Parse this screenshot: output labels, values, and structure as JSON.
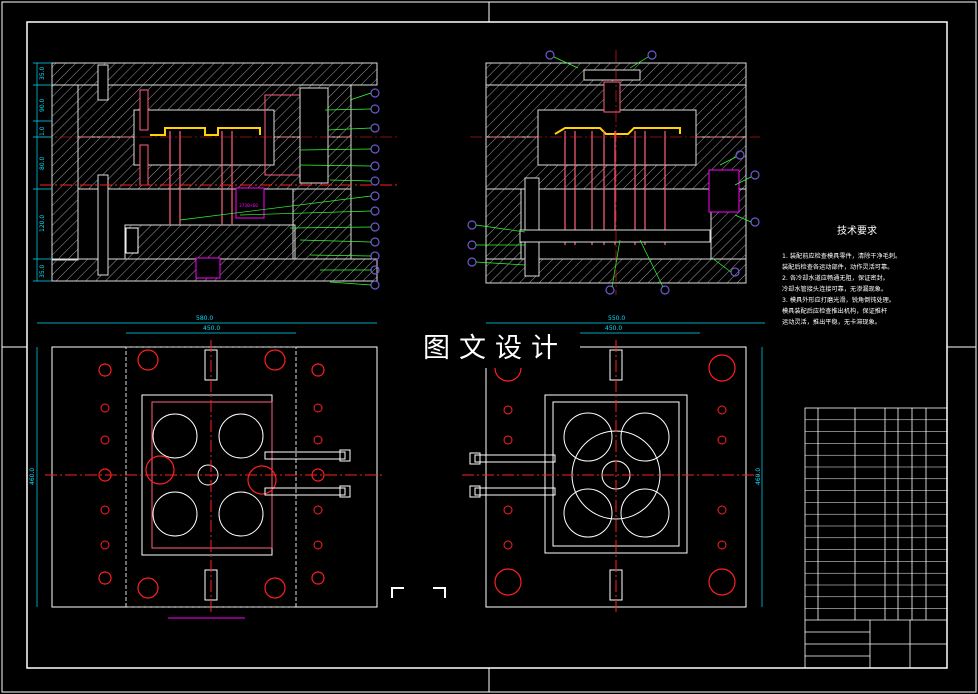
{
  "watermark": "图文设计",
  "dimensions": {
    "left_overall_width": "580.0",
    "left_inner_width": "450.0",
    "left_overall_height": "460.0",
    "right_overall_width": "550.0",
    "right_inner_width": "450.0",
    "right_overall_height": "460.0",
    "section_heights": [
      "35.0",
      "90.0",
      "1.0",
      "80.0",
      "120.0",
      "35.0"
    ]
  },
  "technical_requirements": {
    "title": "技术要求",
    "lines": [
      "1. 装配前应检查模具零件，清除干净毛刺。",
      "装配后检查各运动部件，动作灵活可靠。",
      "2. 各冷却水道应畅通无阻，保证密封。",
      "冷却水管接头连接可靠，无渗漏现象。",
      "3. 模具外形应打磨光滑，锐角倒钝处理。",
      "模具装配后应检查推出机构，保证推杆",
      "运动灵活，推出平稳，无卡滞现象。"
    ]
  },
  "colors": {
    "background": "#000000",
    "frame": "#ffffff",
    "hatch": "#b8b8b8",
    "center_line": "#ff2020",
    "dimension": "#00e0ff",
    "leader": "#30ff30",
    "balloon": "#6a5acd",
    "pin": "#ff6080",
    "cavity": "#ffd200",
    "accent": "#ff00ff"
  }
}
